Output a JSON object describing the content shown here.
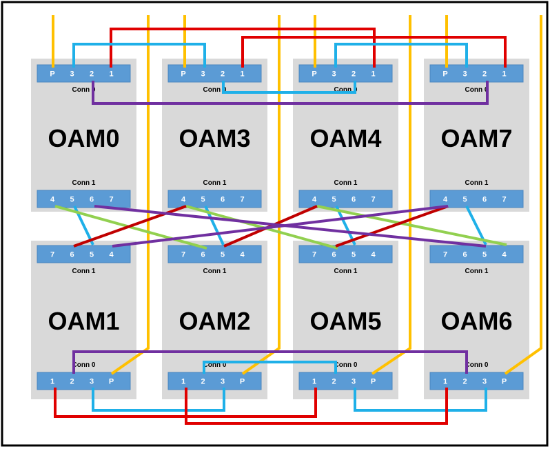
{
  "modules": [
    {
      "id": "m0",
      "label": "OAM0",
      "top_conn": "Conn 0",
      "top_pins": [
        "P",
        "3",
        "2",
        "1"
      ],
      "bottom_conn": "Conn 1",
      "bottom_pins": [
        "4",
        "5",
        "6",
        "7"
      ]
    },
    {
      "id": "m3",
      "label": "OAM3",
      "top_conn": "Conn 0",
      "top_pins": [
        "P",
        "3",
        "2",
        "1"
      ],
      "bottom_conn": "Conn 1",
      "bottom_pins": [
        "4",
        "5",
        "6",
        "7"
      ]
    },
    {
      "id": "m4",
      "label": "OAM4",
      "top_conn": "Conn 0",
      "top_pins": [
        "P",
        "3",
        "2",
        "1"
      ],
      "bottom_conn": "Conn 1",
      "bottom_pins": [
        "4",
        "5",
        "6",
        "7"
      ]
    },
    {
      "id": "m7",
      "label": "OAM7",
      "top_conn": "Conn 0",
      "top_pins": [
        "P",
        "3",
        "2",
        "1"
      ],
      "bottom_conn": "Conn 1",
      "bottom_pins": [
        "4",
        "5",
        "6",
        "7"
      ]
    },
    {
      "id": "m1",
      "label": "OAM1",
      "top_conn": "Conn 1",
      "top_pins": [
        "7",
        "6",
        "5",
        "4"
      ],
      "bottom_conn": "Conn 0",
      "bottom_pins": [
        "1",
        "2",
        "3",
        "P"
      ]
    },
    {
      "id": "m2",
      "label": "OAM2",
      "top_conn": "Conn 1",
      "top_pins": [
        "7",
        "6",
        "5",
        "4"
      ],
      "bottom_conn": "Conn 0",
      "bottom_pins": [
        "1",
        "2",
        "3",
        "P"
      ]
    },
    {
      "id": "m5",
      "label": "OAM5",
      "top_conn": "Conn 1",
      "top_pins": [
        "7",
        "6",
        "5",
        "4"
      ],
      "bottom_conn": "Conn 0",
      "bottom_pins": [
        "1",
        "2",
        "3",
        "P"
      ]
    },
    {
      "id": "m6",
      "label": "OAM6",
      "top_conn": "Conn 1",
      "top_pins": [
        "7",
        "6",
        "5",
        "4"
      ],
      "bottom_conn": "Conn 0",
      "bottom_pins": [
        "1",
        "2",
        "3",
        "P"
      ]
    }
  ],
  "colors": {
    "module_fill": "#d9d9d9",
    "connector_fill": "#5b9bd5",
    "connector_stroke": "#4a86c0",
    "frame": "#000000",
    "power_link": "#ffc000",
    "red_link": "#e00000",
    "dark_red_link": "#c00000",
    "blue_link": "#1fb0e8",
    "purple_link": "#7030a0",
    "green_link": "#92d050"
  }
}
